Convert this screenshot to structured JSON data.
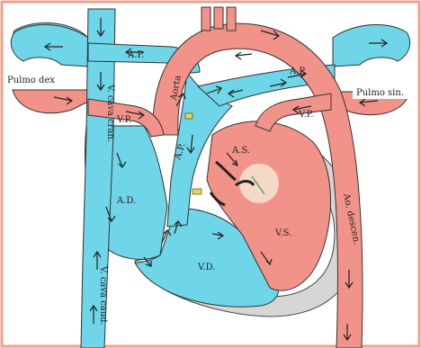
{
  "colors": {
    "venous": "#6ed6e8",
    "arterial": "#f2938a",
    "myocardium": "#d6d6d6",
    "border": "#f0a088",
    "valve": "#f2d24a",
    "foramen": "#f6d8c8",
    "foramen_line": "#4caf50"
  },
  "labels": {
    "pulmo_dex": "Pulmo dex",
    "pulmo_sin": "Pulmo sin.",
    "v_cava_cran": "V. cava cran.",
    "v_cava_caud": "V. cava caud.",
    "ap_top": "A.P.",
    "ap_right": "A.P.",
    "ap_vertical": "A.P.",
    "aorta": "Aorta",
    "vp_left": "V.P.",
    "vp_right": "V.P.",
    "ad": "A.D.",
    "as": "A.S.",
    "vd": "V.D.",
    "vs": "V.S.",
    "ao_descen": "Ao. descen."
  }
}
